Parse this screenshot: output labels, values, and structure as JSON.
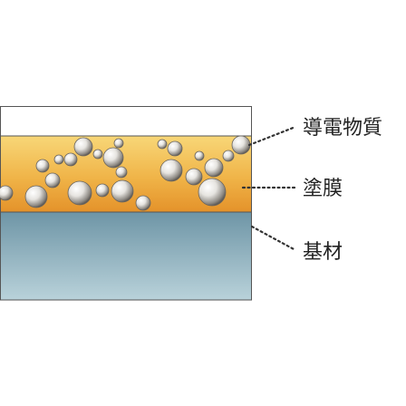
{
  "labels": {
    "conductive_material": "導電物質",
    "coating_film": "塗膜",
    "substrate": "基材"
  },
  "colors": {
    "film_top": "#f7cf6a",
    "film_bottom": "#e89a2c",
    "substrate_top": "#6f97a8",
    "substrate_bottom": "#b7d0d8",
    "border": "#555555",
    "leader": "#333333"
  }
}
